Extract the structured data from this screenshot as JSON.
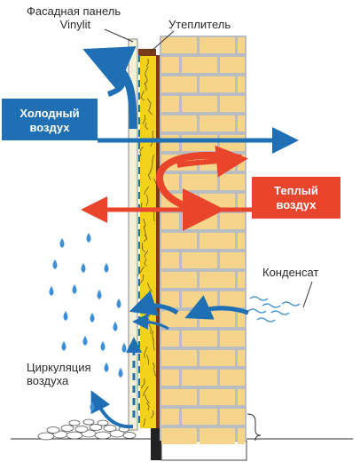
{
  "labels": {
    "facade_panel_line1": "Фасадная панель",
    "facade_panel_line2": "Vinylit",
    "insulation": "Утеплитель",
    "cold_air_line1": "Холодный",
    "cold_air_line2": "воздух",
    "warm_air_line1": "Теплый",
    "warm_air_line2": "воздух",
    "condensate": "Конденсат",
    "circulation_line1": "Циркуляция",
    "circulation_line2": "воздуха"
  },
  "colors": {
    "cold_blue": "#1f6fb5",
    "warm_red": "#e8452c",
    "brick": "#f6d58a",
    "brick_mortar": "#b9bcc0",
    "insulation_yellow": "#f2d21b",
    "panel": "#f4f0d8",
    "vapor_barrier": "#7a3a1a",
    "water_drop": "#3d8fd6"
  },
  "icons": [
    "water-drop-icon",
    "air-flow-arrow-icon",
    "condensate-wave-icon",
    "gravel-icon"
  ]
}
